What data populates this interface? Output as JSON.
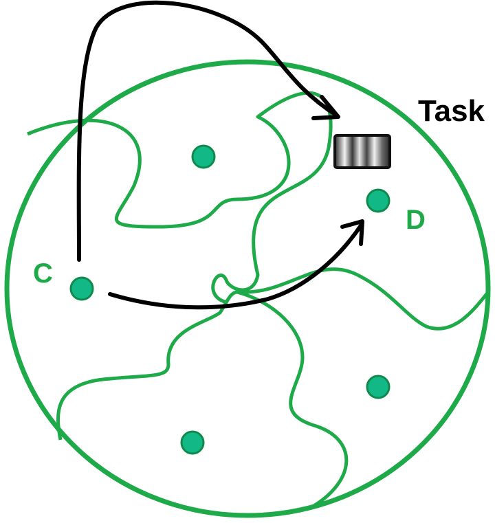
{
  "labels": {
    "task": "Task",
    "node_c": "C",
    "node_d": "D"
  },
  "colors": {
    "region_green": "#1faa4a",
    "node_fill": "#12b886",
    "node_stroke": "#0f8a4c",
    "arrow": "#000000",
    "task_text": "#000000",
    "node_label": "#1faa4a"
  },
  "icons": {
    "task_box": "striped-task-box-icon"
  }
}
